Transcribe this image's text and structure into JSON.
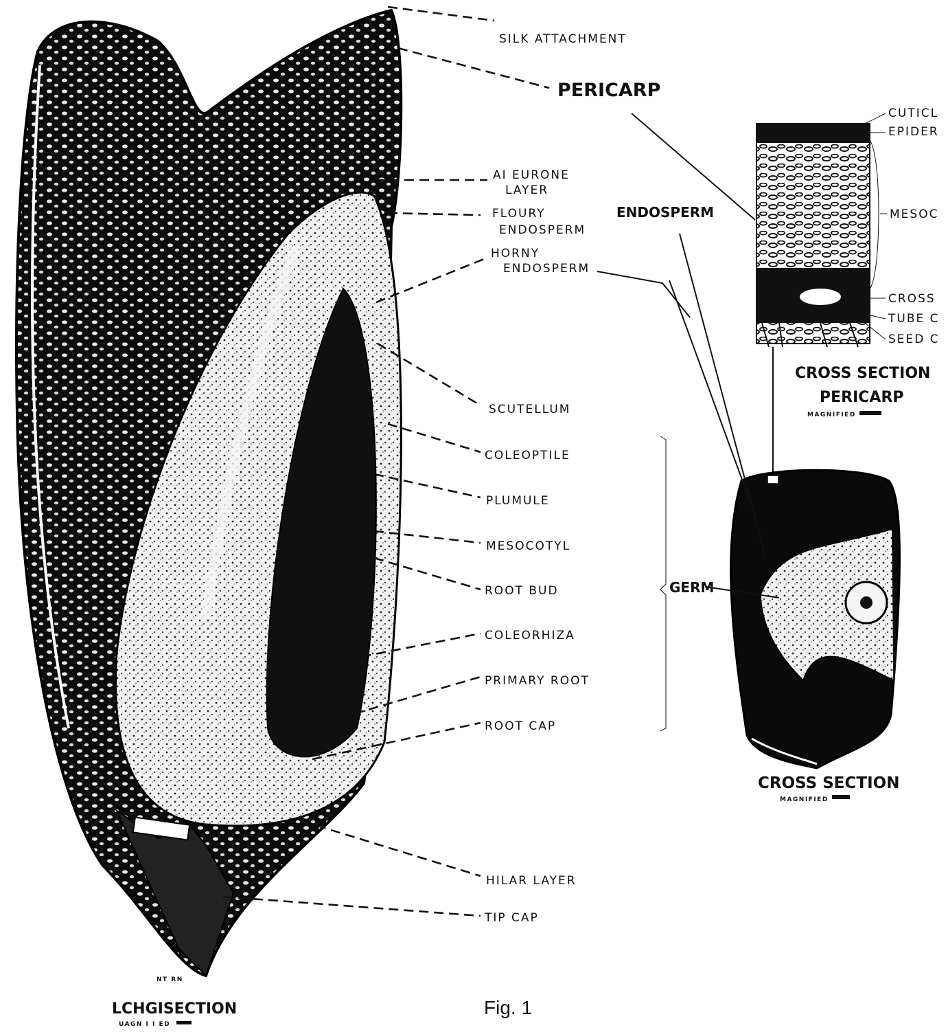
{
  "labels": {
    "silk_attachment": "SILK ATTACHMENT",
    "pericarp": "PERICARP",
    "aleurone_1": "AI EURONE",
    "aleurone_2": "LAYER",
    "floury_1": "FLOURY",
    "floury_2": "ENDOSPERM",
    "horny_1": "HORNY",
    "horny_2": "ENDOSPERM",
    "endosperm": "ENDOSPERM",
    "scutellum": "SCUTELLUM",
    "coleoptile": "COLEOPTILE",
    "plumule": "PLUMULE",
    "mesocotyl": "MESOCOTYL",
    "root_bud": "ROOT BUD",
    "coleorhiza": "COLEORHIZA",
    "primary_root": "PRIMARY ROOT",
    "root_cap": "ROOT CAP",
    "germ": "GERM",
    "hilar_layer": "HILAR LAYER",
    "tip_cap": "TIP CAP",
    "cuticle": "CUTICL",
    "epidermis": "EPIDER",
    "mesocarp": "MESOC",
    "cross_cells": "CROSS",
    "tube_cells": "TUBE C",
    "seed_coat": "SEED C"
  },
  "captions": {
    "cs_pericarp_1": "CROSS SECTION",
    "cs_pericarp_2": "PERICARP",
    "cs_pericarp_mag": "MAGNIFIED",
    "cs_1": "CROSS SECTION",
    "cs_mag": "MAGNIFIED",
    "longi_1": "LCHGISECTION",
    "longi_small": "NT RN",
    "longi_mag": "UAGN I I ED",
    "figure": "Fig. 1"
  }
}
